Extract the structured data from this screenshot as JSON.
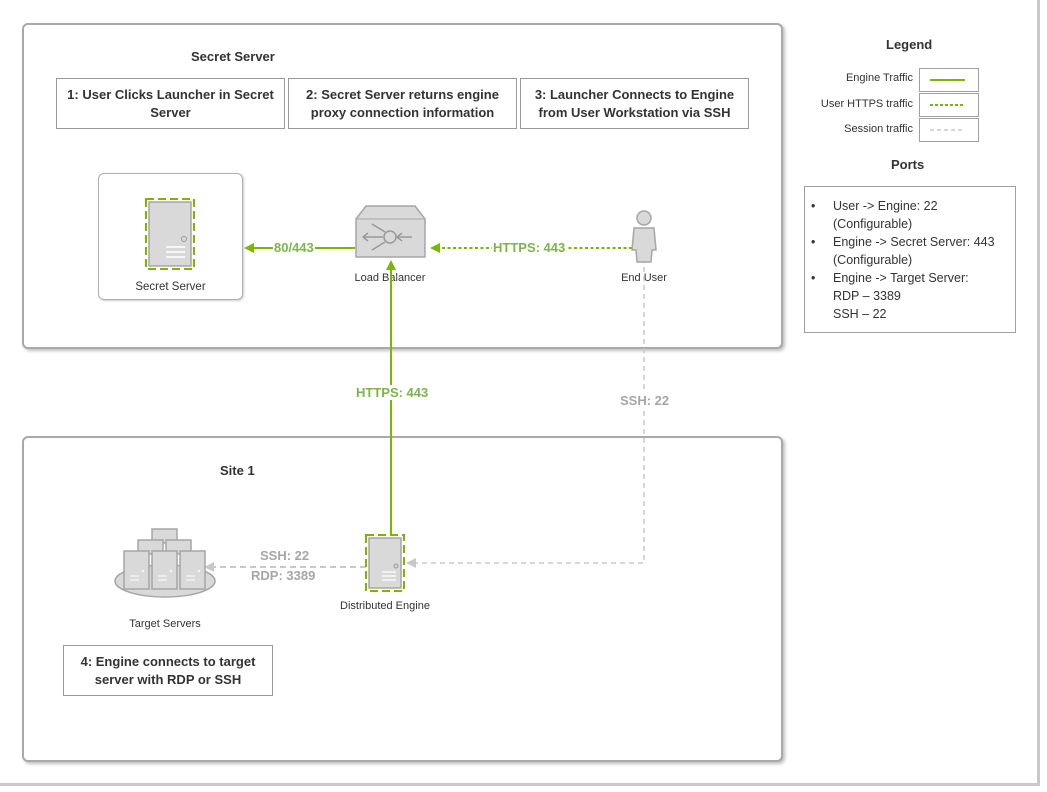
{
  "zones": {
    "secret_server": {
      "title": "Secret Server"
    },
    "site1": {
      "title": "Site 1"
    }
  },
  "steps": [
    {
      "id": "step1",
      "text": "1: User Clicks Launcher in Secret Server"
    },
    {
      "id": "step2",
      "text": "2: Secret Server returns engine proxy connection information"
    },
    {
      "id": "step3",
      "text": "3: Launcher Connects to Engine from User Workstation via SSH"
    },
    {
      "id": "step4",
      "text": "4: Engine connects to target server with RDP or SSH"
    }
  ],
  "nodes": {
    "secret_server": {
      "label": "Secret Server",
      "icon": "server-icon"
    },
    "load_balancer": {
      "label": "Load Balancer",
      "icon": "load-balancer-icon"
    },
    "end_user": {
      "label": "End User",
      "icon": "user-icon"
    },
    "distributed_engine": {
      "label": "Distributed Engine",
      "icon": "server-icon"
    },
    "target_servers": {
      "label": "Target Servers",
      "icon": "server-cluster-icon"
    }
  },
  "edges": [
    {
      "id": "lb-to-ss",
      "label": "80/443",
      "type": "engine"
    },
    {
      "id": "user-to-lb",
      "label": "HTTPS: 443",
      "type": "user_https"
    },
    {
      "id": "engine-to-lb",
      "label": "HTTPS: 443",
      "type": "engine"
    },
    {
      "id": "user-to-engine",
      "label": "SSH: 22",
      "type": "session"
    },
    {
      "id": "engine-to-targets",
      "label_line1": "SSH: 22",
      "label_line2": "RDP: 3389",
      "type": "session"
    }
  ],
  "legend": {
    "title": "Legend",
    "items": [
      {
        "label": "Engine Traffic",
        "style": "solid",
        "color": "#7ab800"
      },
      {
        "label": "User HTTPS traffic",
        "style": "dotted",
        "color": "#7ab800"
      },
      {
        "label": "Session traffic",
        "style": "dashed",
        "color": "#c8c8c8"
      }
    ]
  },
  "ports": {
    "title": "Ports",
    "items": [
      {
        "line1": "User -> Engine: 22",
        "line2": "(Configurable)"
      },
      {
        "line1": "Engine -> Secret Server: 443",
        "line2": "(Configurable)"
      },
      {
        "line1": "Engine -> Target Server:",
        "line2": "RDP – 3389",
        "line3": "SSH – 22"
      }
    ],
    "bullet": "•"
  },
  "colors": {
    "engine": "#7ab800",
    "engine_text": "#7ab648",
    "session": "#c8c8c8",
    "session_text": "#a6a6a6",
    "icon_fill": "#d9d9d9",
    "icon_stroke": "#a6a6a6"
  }
}
